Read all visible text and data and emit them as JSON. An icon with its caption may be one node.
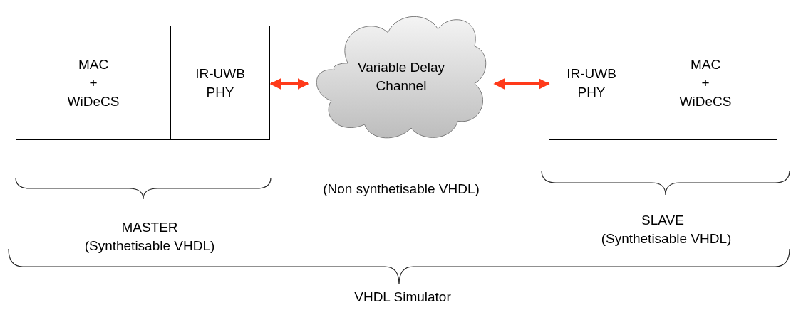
{
  "diagram": {
    "nodes": [
      {
        "text": [
          "MAC + WiDeCS"
        ]
      },
      {
        "text": [
          "IR-UWB PHY"
        ]
      },
      {
        "text": [
          "Variable Delay Channel"
        ],
        "beside": [
          "(Non synthetisable VHDL)"
        ]
      },
      {
        "text": [
          "IR-UWB PHY"
        ]
      },
      {
        "text": [
          "MAC + WiDeCS"
        ]
      }
    ],
    "edges": [
      {
        "from": 1,
        "to": 2,
        "arrow": "both"
      },
      {
        "from": 2,
        "to": 3,
        "arrow": "both"
      }
    ],
    "labels": [
      "MASTER",
      "(Synthetisable VHDL)",
      "SLAVE",
      "(Synthetisable VHDL)",
      "VHDL Simulator"
    ]
  }
}
